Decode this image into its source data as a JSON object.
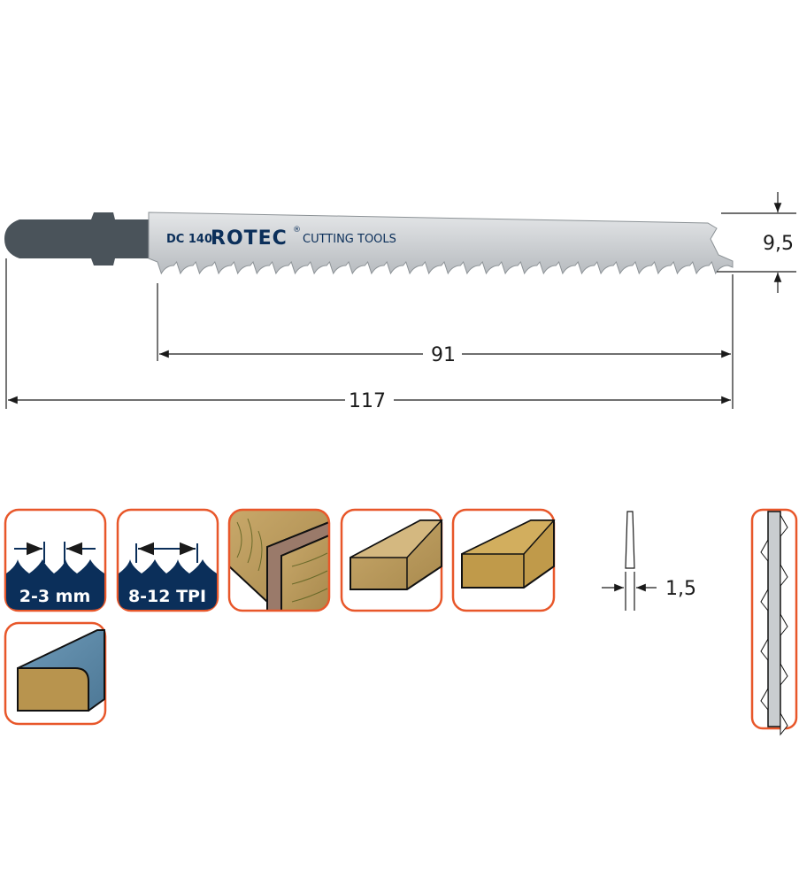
{
  "blade": {
    "model": "DC 140",
    "brand": "ROTEC",
    "registered": "®",
    "tagline": "CUTTING TOOLS",
    "colors": {
      "shank": "#4a535a",
      "blade": "#c9cdd0",
      "accent": "#e8572a",
      "navy": "#0b2f5a"
    }
  },
  "dimensions": {
    "width": "9,5",
    "working_length": "91",
    "total_length": "117",
    "thickness": "1,5"
  },
  "icons": {
    "tooth_spacing": "2-3 mm",
    "tpi": "8-12 TPI",
    "materials": [
      "wood-joint-icon",
      "softwood-icon",
      "chipboard-icon",
      "laminated-board-icon"
    ],
    "tooth_set": "alternate-set-icon"
  }
}
